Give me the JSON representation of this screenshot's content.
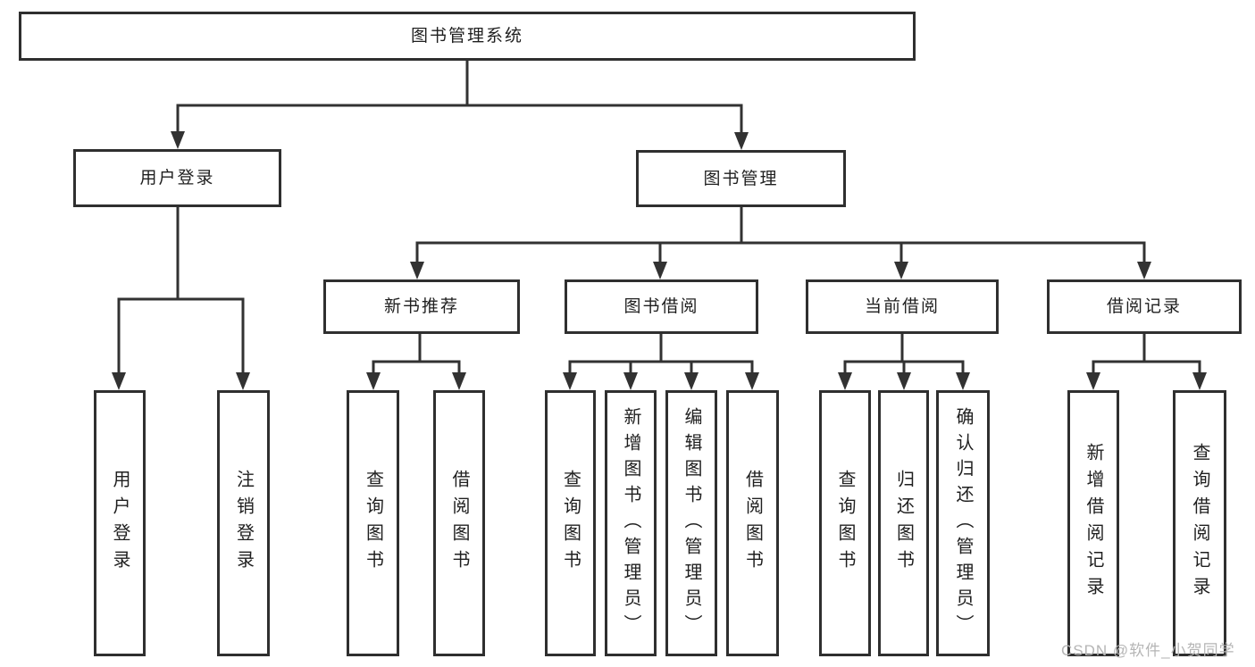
{
  "title": "图书管理系统",
  "branches": {
    "user": {
      "label": "用户登录",
      "children": [
        "用户登录",
        "注销登录"
      ]
    },
    "book": {
      "label": "图书管理",
      "sections": [
        {
          "label": "新书推荐",
          "children": [
            "查询图书",
            "借阅图书"
          ]
        },
        {
          "label": "图书借阅",
          "children": [
            "查询图书",
            "新增图书（管理员）",
            "编辑图书（管理员）",
            "借阅图书"
          ]
        },
        {
          "label": "当前借阅",
          "children": [
            "查询图书",
            "归还图书",
            "确认归还（管理员）"
          ]
        },
        {
          "label": "借阅记录",
          "children": [
            "新增借阅记录",
            "查询借阅记录"
          ]
        }
      ]
    }
  },
  "watermark": "CSDN @软件_小贺同学",
  "colors": {
    "line": "#323232",
    "box_border": "#2f2f2f",
    "text": "#1f1f1f",
    "watermark": "#b5b5b5",
    "background": "#ffffff"
  }
}
